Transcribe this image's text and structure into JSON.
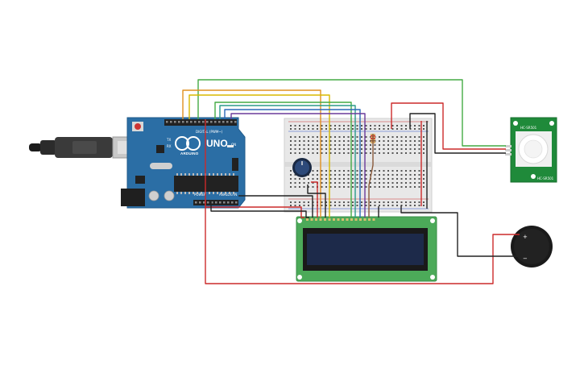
{
  "arduino": {
    "brand": "ARDUINO",
    "model": "UNO",
    "digital_label": "DIGITAL (PWM~)",
    "power_label": "POWER",
    "analog_label": "ANALOG IN",
    "on_label": "ON",
    "tx_label": "TX",
    "rx_label": "RX"
  },
  "pir": {
    "label_top": "HC-SR501",
    "label_bottom": "HC-SR501"
  },
  "buzzer": {
    "plus": "+",
    "minus": "−"
  },
  "colors": {
    "arduino_board": "#2b6ea5",
    "lcd_board": "#4caa59",
    "lcd_screen": "#1d2a4a",
    "pir_board": "#1f8a3a",
    "wire_red": "#cc2a2a",
    "wire_black": "#222222",
    "wire_green": "#44aa44",
    "wire_orange": "#e09020",
    "wire_yellow": "#d8b800",
    "wire_teal": "#2a9a8a",
    "wire_blue": "#2a6ab8",
    "wire_purple": "#6a3a9a",
    "wire_brown": "#8a5a3a"
  }
}
